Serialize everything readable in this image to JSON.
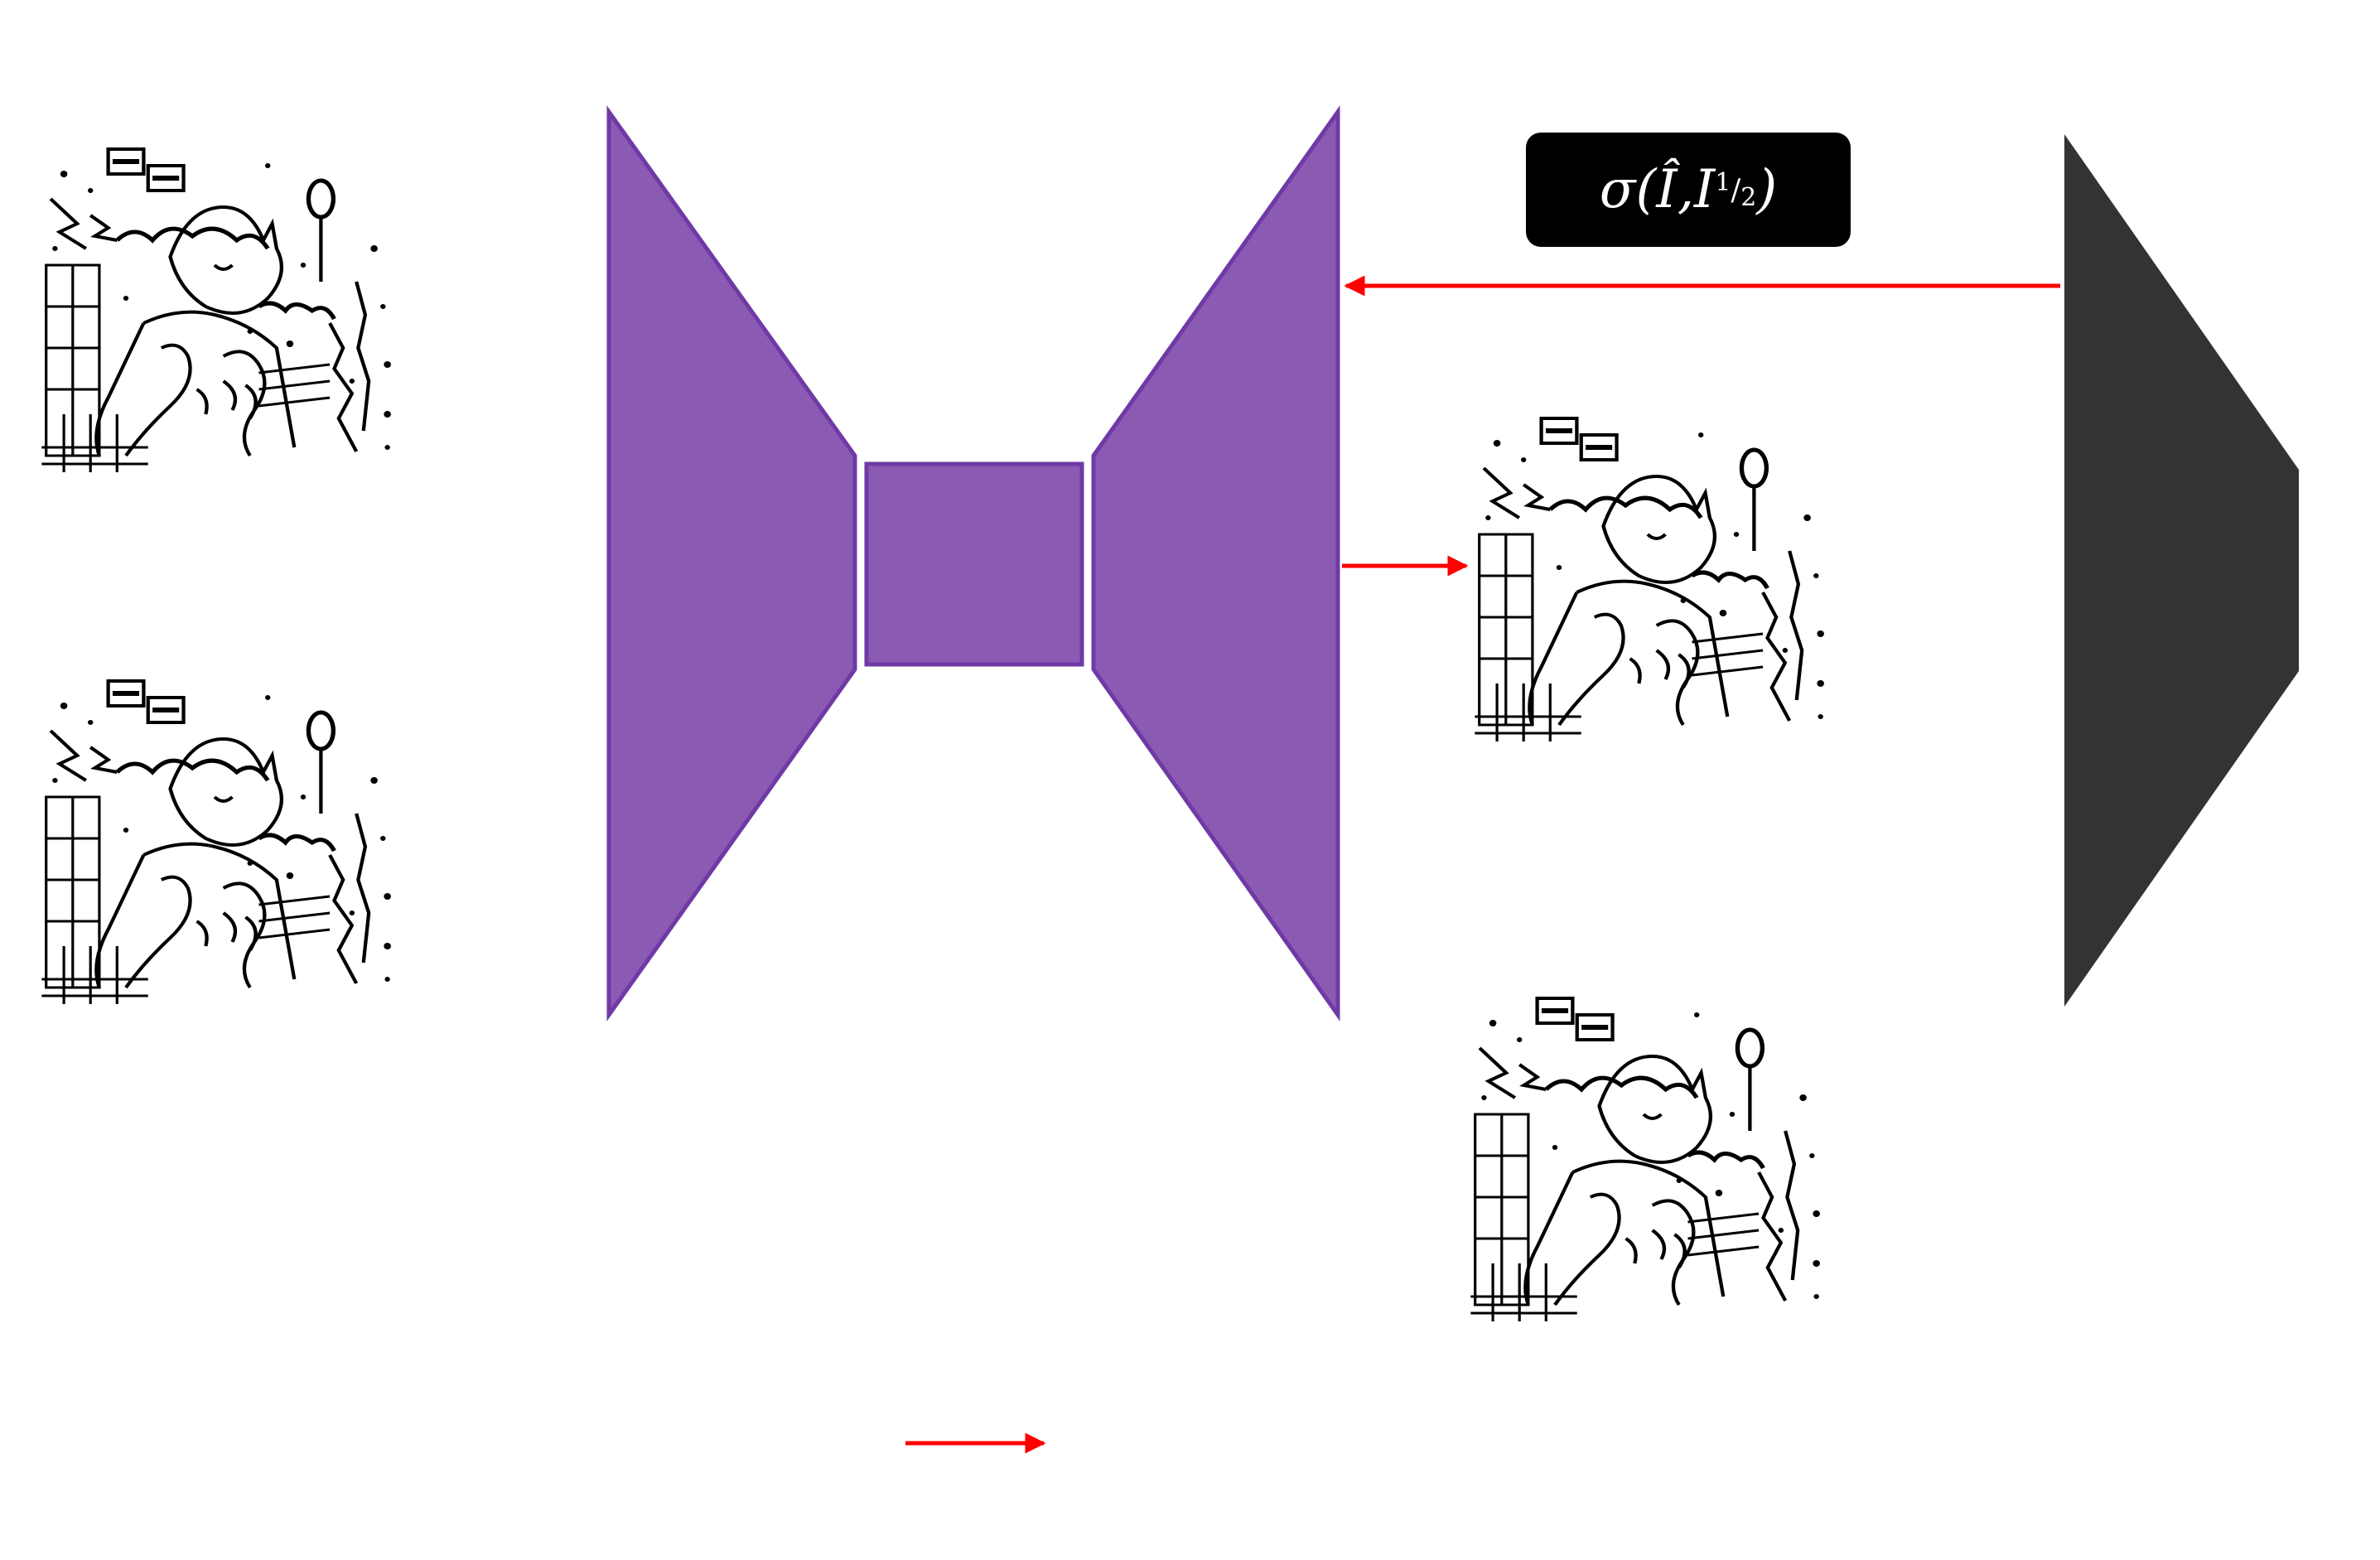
{
  "label_box": {
    "sigma": "σ(",
    "i_hat": "Î",
    "comma": ", ",
    "i": "I",
    "frac_num": "1",
    "frac_slash": "/",
    "frac_den": "2",
    "close": ")"
  },
  "colors": {
    "generator_fill": "#8b5ab3",
    "generator_stroke": "#6f3aa6",
    "discriminator_fill": "#333333",
    "arrow": "#ff0000",
    "label_box_bg": "#000000",
    "label_box_text": "#ffffff",
    "sketch_line": "#000000"
  },
  "images": {
    "input_top": "line-art-sketch",
    "input_bottom": "line-art-sketch",
    "output_generated": "line-art-sketch",
    "output_real": "line-art-sketch"
  }
}
